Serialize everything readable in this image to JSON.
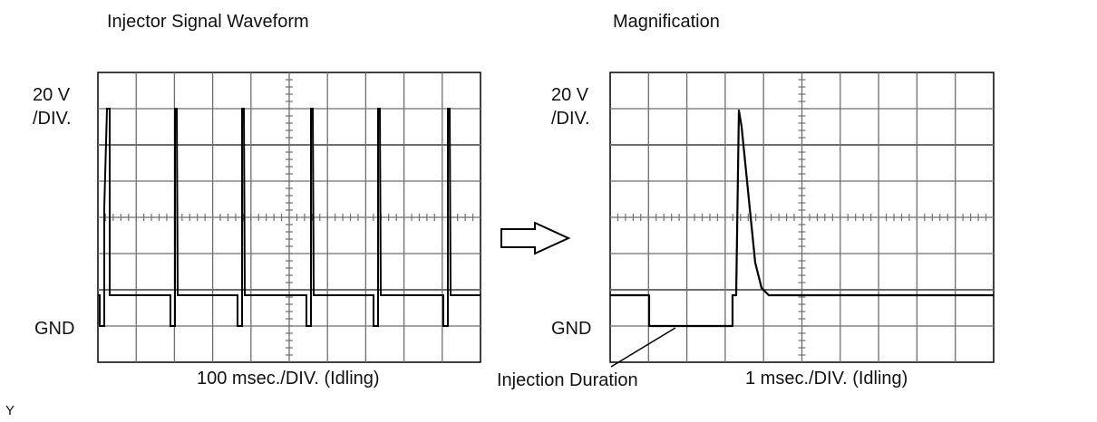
{
  "left_panel": {
    "title": "Injector Signal Waveform",
    "scale_value": "20 V",
    "scale_unit": "/DIV.",
    "ground_label": "GND",
    "time_base": "100 msec./DIV. (Idling)"
  },
  "arrow": {
    "icon": "right-arrow-icon"
  },
  "right_panel": {
    "title": "Magnification",
    "scale_value": "20 V",
    "scale_unit": "/DIV.",
    "ground_label": "GND",
    "time_base": "1 msec./DIV. (Idling)",
    "callout_label": "Injection Duration"
  },
  "figure_code": "Y",
  "colors": {
    "trace": "#000000",
    "grid": "#6e6e6e",
    "background": "#ffffff"
  }
}
